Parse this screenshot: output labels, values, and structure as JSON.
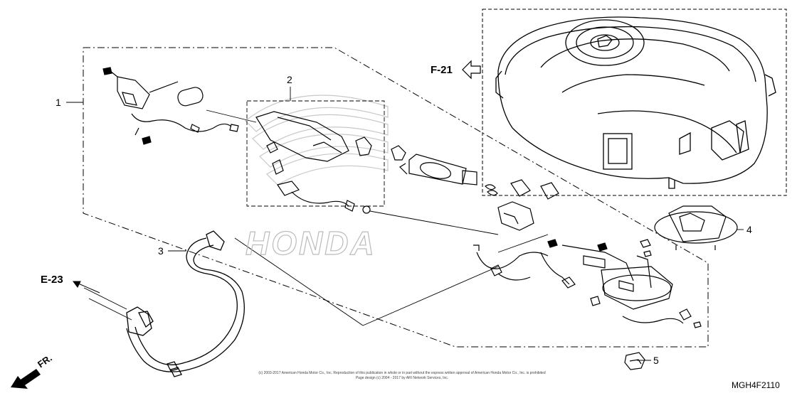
{
  "callouts": [
    {
      "num": "1"
    },
    {
      "num": "2"
    },
    {
      "num": "3"
    },
    {
      "num": "4"
    },
    {
      "num": "5"
    }
  ],
  "refs": {
    "fuel_tank": "F-21",
    "hose_continuation": "E-23"
  },
  "front_marker": "FR.",
  "watermark": "HONDA",
  "diagram_code": "MGH4F2110",
  "copyright": {
    "line1": "(c) 2003-2017 American Honda Motor Co., Inc. Reproduction of this publication in whole or in part without the express written approval of American Honda Motor Co., Inc. is prohibited",
    "line2": "Page design (c) 2004 - 2017 by ARI Network Services, Inc."
  }
}
